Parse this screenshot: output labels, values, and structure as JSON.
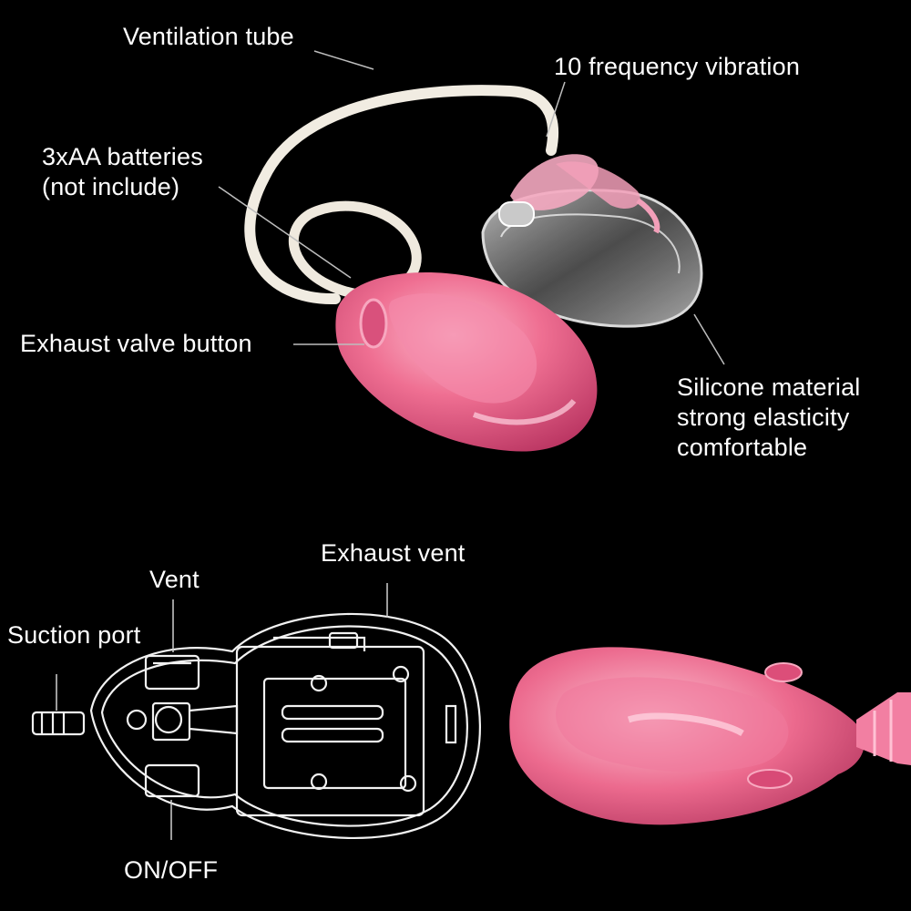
{
  "top_callouts": {
    "ventilation_tube": "Ventilation tube",
    "frequency": "10 frequency vibration",
    "batteries_line1": "3xAA batteries",
    "batteries_line2": "(not include)",
    "exhaust_valve_button": "Exhaust valve button",
    "silicone_line1": "Silicone material",
    "silicone_line2": "strong elasticity",
    "silicone_line3": "comfortable"
  },
  "bottom_callouts": {
    "exhaust_vent": "Exhaust vent",
    "vent": "Vent",
    "suction_port": "Suction port",
    "on_off": "ON/OFF"
  },
  "colors": {
    "background": "#000000",
    "pink": "#e8537d",
    "pink_light": "#f59ab4",
    "tube": "#f3efe6",
    "text": "#ffffff"
  }
}
